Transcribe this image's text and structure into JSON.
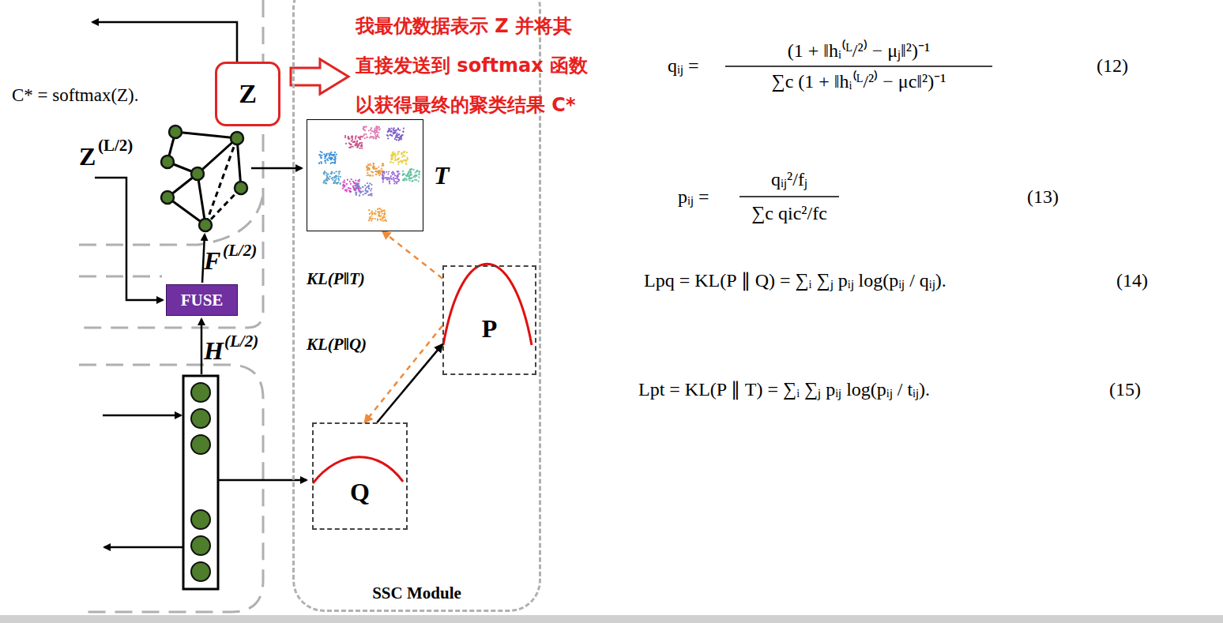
{
  "diagram": {
    "nodes": [
      {
        "text": [
          "Z"
        ]
      },
      {
        "text": [
          "SSC Module"
        ]
      },
      {
        "text": [
          "T"
        ],
        "in": 1
      },
      {
        "text": [
          "FUSE"
        ]
      },
      {
        "text": [
          "P"
        ],
        "in": 1
      },
      {
        "text": [
          "Q"
        ],
        "in": 1
      }
    ],
    "edges": [
      {
        "from": 5,
        "to": 4,
        "arrow": "to"
      },
      {
        "from": 4,
        "to": 5,
        "arrow": "to"
      },
      {
        "from": 4,
        "to": 2,
        "arrow": "to"
      }
    ],
    "labels": [
      "C* = softmax(Z).",
      "我最优数据表示 Z 并将其 直接发送到 softmax 函数 以获得最终的聚类结果 C*",
      "Z",
      "(L/2)",
      "F",
      "(L/2)",
      "H",
      "(L/2)",
      "KL(P‖T)",
      "KL(P‖Q)",
      "qᵢⱼ =",
      "(1 + ‖hᵢ⁽ᴸ/²⁾ − μⱼ‖²)⁻¹",
      "∑c (1 + ‖hᵢ⁽ᴸ/²⁾ − μc‖²)⁻¹",
      "(12)",
      "pᵢⱼ =",
      "qᵢⱼ²/fⱼ",
      "∑c qic²/fc",
      "(13)",
      "Lpq = KL(P ∥ Q) = ∑ᵢ ∑ⱼ pᵢⱼ log(pᵢⱼ / qᵢⱼ).",
      "(14)",
      "Lpt = KL(P ∥ T) = ∑ᵢ ∑ⱼ pᵢⱼ log(pᵢⱼ / tᵢⱼ).",
      "(15)"
    ]
  }
}
